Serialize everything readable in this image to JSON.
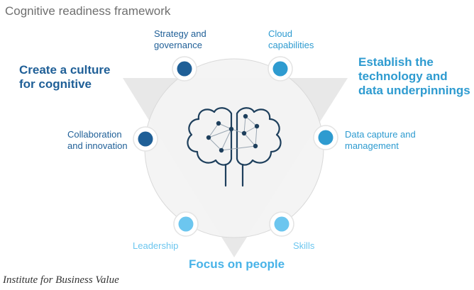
{
  "title": "Cognitive readiness framework",
  "pillars": {
    "culture": "Create a culture\nfor cognitive",
    "technology": "Establish the\ntechnology and\ndata underpinnings",
    "people": "Focus on people"
  },
  "capabilities": {
    "strategy": "Strategy and\ngovernance",
    "cloud": "Cloud\ncapabilities",
    "collaboration": "Collaboration\nand innovation",
    "data": "Data capture and\nmanagement",
    "leadership": "Leadership",
    "skills": "Skills"
  },
  "footer": "Institute for Business Value",
  "colors": {
    "dark_blue": "#1f5f97",
    "mid_blue": "#2e9bd0",
    "light_blue": "#6cc6ef",
    "triangle": "#e6e6e6",
    "circle": "#f3f3f3",
    "brain": "#1e3f5c"
  },
  "icons": [
    "brain-network-icon"
  ]
}
